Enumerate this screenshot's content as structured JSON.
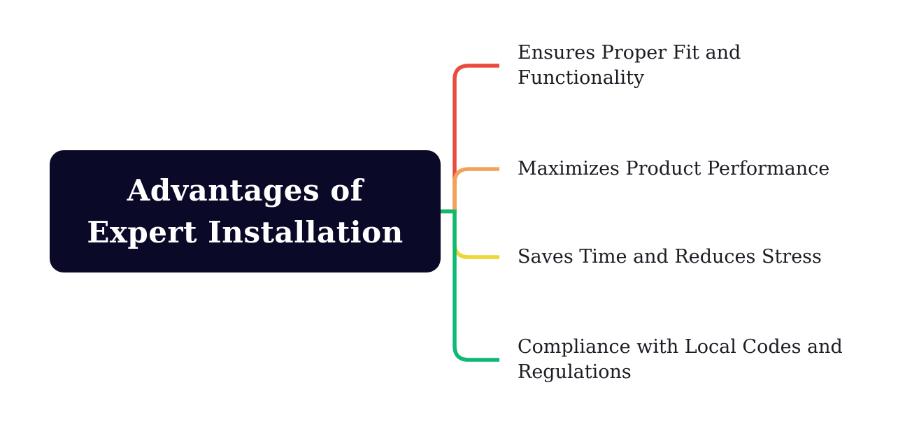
{
  "canvas": {
    "background_color": "#ffffff",
    "label_text_color": "#1b1d24"
  },
  "center": {
    "title": "Advantages of\nExpert Installation",
    "bg_color": "#0a0a28",
    "text_color": "#ffffff"
  },
  "branches": [
    {
      "label": "Ensures Proper Fit and\nFunctionality",
      "color": "#ea4b3f"
    },
    {
      "label": "Maximizes Product Performance",
      "color": "#f1a35a"
    },
    {
      "label": "Saves Time and Reduces Stress",
      "color": "#eed53a"
    },
    {
      "label": "Compliance with Local Codes and\nRegulations",
      "color": "#0db973"
    }
  ]
}
